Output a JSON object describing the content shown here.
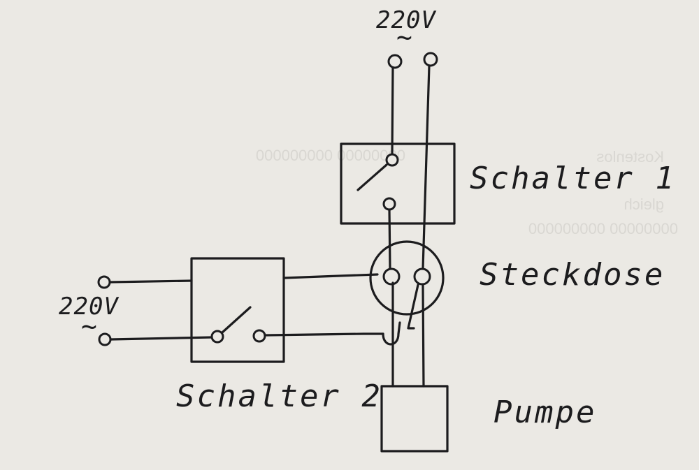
{
  "labels": {
    "supply_top_voltage": "220V",
    "supply_top_ac": "~",
    "supply_left_voltage": "220V",
    "supply_left_ac": "~",
    "switch1": "Schalter 1",
    "switch2": "Schalter 2",
    "socket": "Steckdose",
    "pump": "Pumpe"
  },
  "colors": {
    "paper": "#ebe9e4",
    "ink": "#1c1c1e"
  }
}
